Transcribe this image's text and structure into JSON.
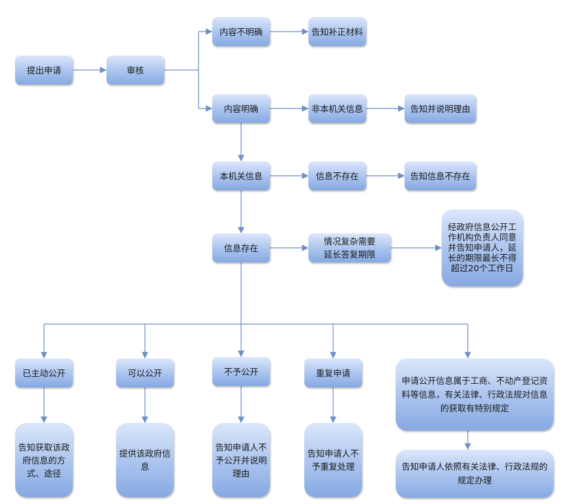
{
  "nodes": {
    "submit": "提出申请",
    "review": "审核",
    "unclear": "内容不明确",
    "notify_supplement": "告知补正材料",
    "clear": "内容明确",
    "not_our_info": "非本机关信息",
    "notify_reason": "告知并说明理由",
    "our_info": "本机关信息",
    "info_not_exist": "信息不存在",
    "notify_not_exist": "告知信息不存在",
    "info_exists": "信息存在",
    "complex": "情况复杂需要延长答复期限",
    "extension": "经政府信息公开工作机构负责人同意并告知申请人，延长的期限最长不得超过20个工作日",
    "already_public": "已主动公开",
    "can_public": "可以公开",
    "not_public": "不予公开",
    "repeat": "重复申请",
    "special": "申请公开信息属于工商、不动产登记资料等信息，有关法律、行政法规对信息的获取有特别规定",
    "notify_method": "告知获取该政府信息的方式、途径",
    "provide": "提供该政府信息",
    "notify_not_public": "告知申请人不予公开并说明理由",
    "notify_no_repeat": "告知申请人不予重复处理",
    "notify_law": "告知申请人依照有关法律、行政法规的规定办理"
  },
  "colors": {
    "line": "#6f8fc5",
    "box_top": "#dbe7fb",
    "box_bottom": "#86a9e2"
  }
}
